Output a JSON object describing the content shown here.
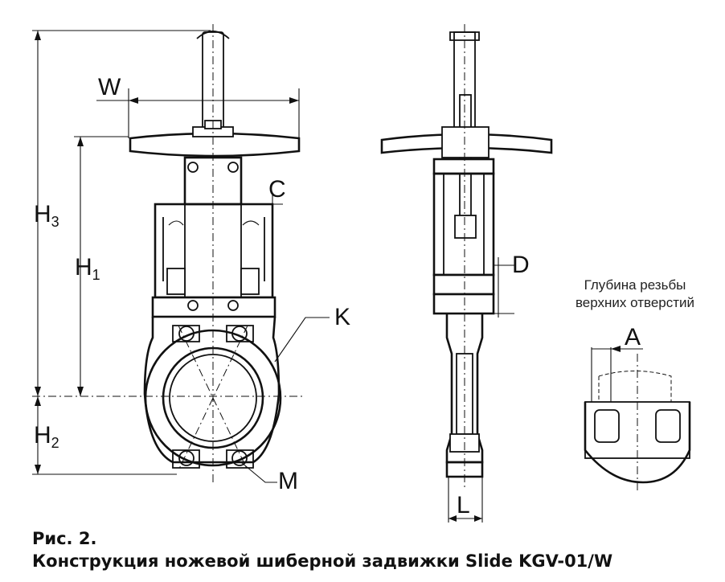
{
  "dimension_labels": {
    "w": "W",
    "h3_main": "H",
    "h3_sub": "3",
    "h1_main": "H",
    "h1_sub": "1",
    "h2_main": "H",
    "h2_sub": "2",
    "c": "C",
    "k": "K",
    "m": "M",
    "d": "D",
    "l": "L",
    "a": "A"
  },
  "thread_note": {
    "line1": "Глубина резьбы",
    "line2": "верхних отверстий"
  },
  "caption": {
    "line1": "Рис. 2.",
    "line2": "Конструкция ножевой шиберной задвижки Slide KGV-01/W"
  }
}
